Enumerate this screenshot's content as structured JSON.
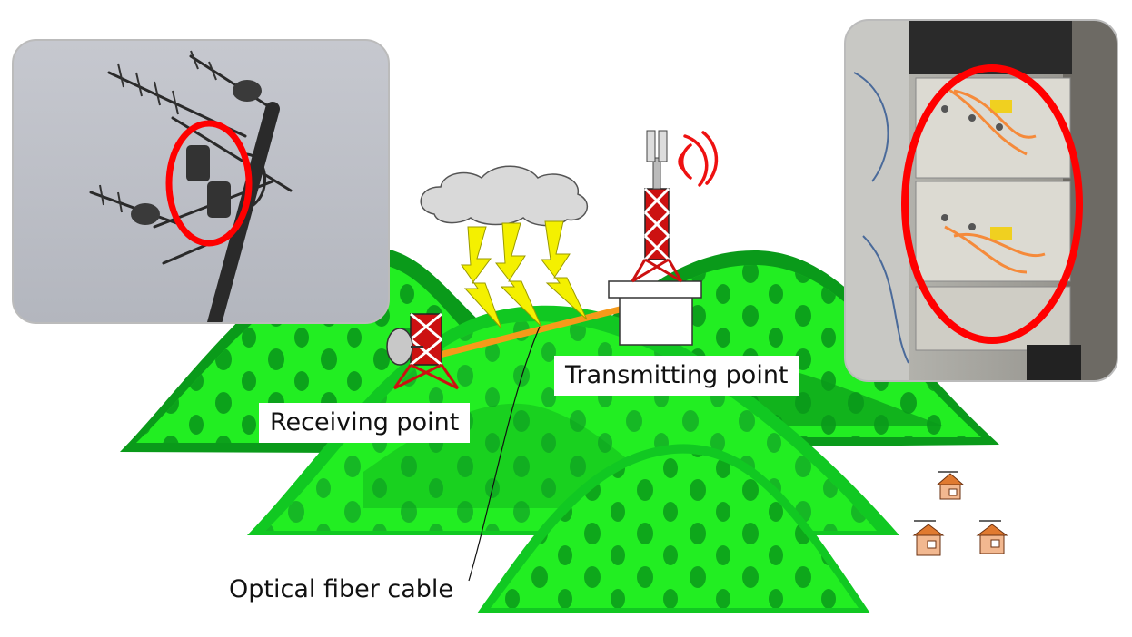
{
  "labels": {
    "receiving": "Receiving point",
    "transmitting": "Transmitting point",
    "fiber": "Optical fiber cable"
  },
  "colors": {
    "hill_light": "#22ee22",
    "hill_dark": "#0a9a1a",
    "hill_mid": "#11c822",
    "tower": "#cc1111",
    "fiber": "#f59a1a",
    "lightning": "#f4f000",
    "cloud": "#d9d9d9",
    "highlight_ring": "#ff0000",
    "house_roof": "#e07a30",
    "waves": "#ee1111"
  },
  "icons": [
    "cloud-icon",
    "lightning-icon",
    "tower-icon",
    "dish-antenna-icon",
    "house-icon",
    "radio-waves-icon"
  ]
}
